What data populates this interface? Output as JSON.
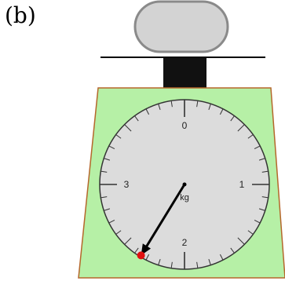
{
  "panel_label": "(b)",
  "dial": {
    "unit": "kg",
    "labels": [
      "0",
      "1",
      "2",
      "3"
    ],
    "max_value": 4,
    "major_ticks_per_unit": 1,
    "minor_ticks_per_unit": 10,
    "reading": 2.35
  },
  "colors": {
    "platform": "#d3d3d3",
    "platform_stroke": "#8a8a8a",
    "column": "#111111",
    "body": "#b6f0a6",
    "body_stroke": "#b5672b",
    "dial_face": "#dcdcdc",
    "needle": "#000000",
    "needle_tip": "#e01010"
  }
}
